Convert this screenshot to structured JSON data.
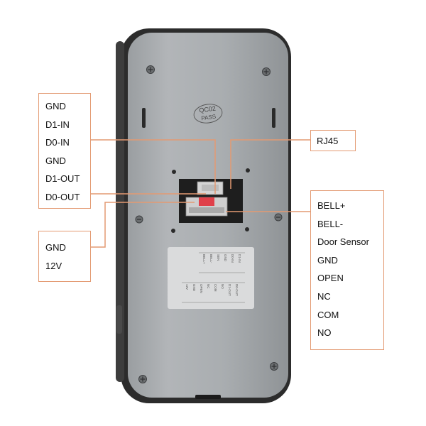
{
  "colors": {
    "callout_border": "#e39a72",
    "device_body": "#a7abae",
    "device_frame": "#2a2a2a",
    "label_plate": "#dadbdc",
    "connector_accent": "#e0404a"
  },
  "left_top_labels": [
    "GND",
    "D1-IN",
    "D0-IN",
    "GND",
    "D1-OUT",
    "D0-OUT"
  ],
  "left_bottom_labels": [
    "GND",
    "12V"
  ],
  "rj45_label": "RJ45",
  "right_labels": [
    "BELL+",
    "BELL-",
    "Door Sensor",
    "GND",
    "OPEN",
    "NC",
    "COM",
    "NO"
  ],
  "device": {
    "stamp_line1": "QC02",
    "stamp_line2": "PASS",
    "plate_row1": [
      "BELL+",
      "BELL-",
      "SEN",
      "GND",
      "D0-IN",
      "D1-IN"
    ],
    "plate_row2": [
      "12V",
      "GND",
      "OPEN",
      "NC",
      "COM",
      "NO",
      "D1-OUT",
      "D0-OUT"
    ]
  }
}
